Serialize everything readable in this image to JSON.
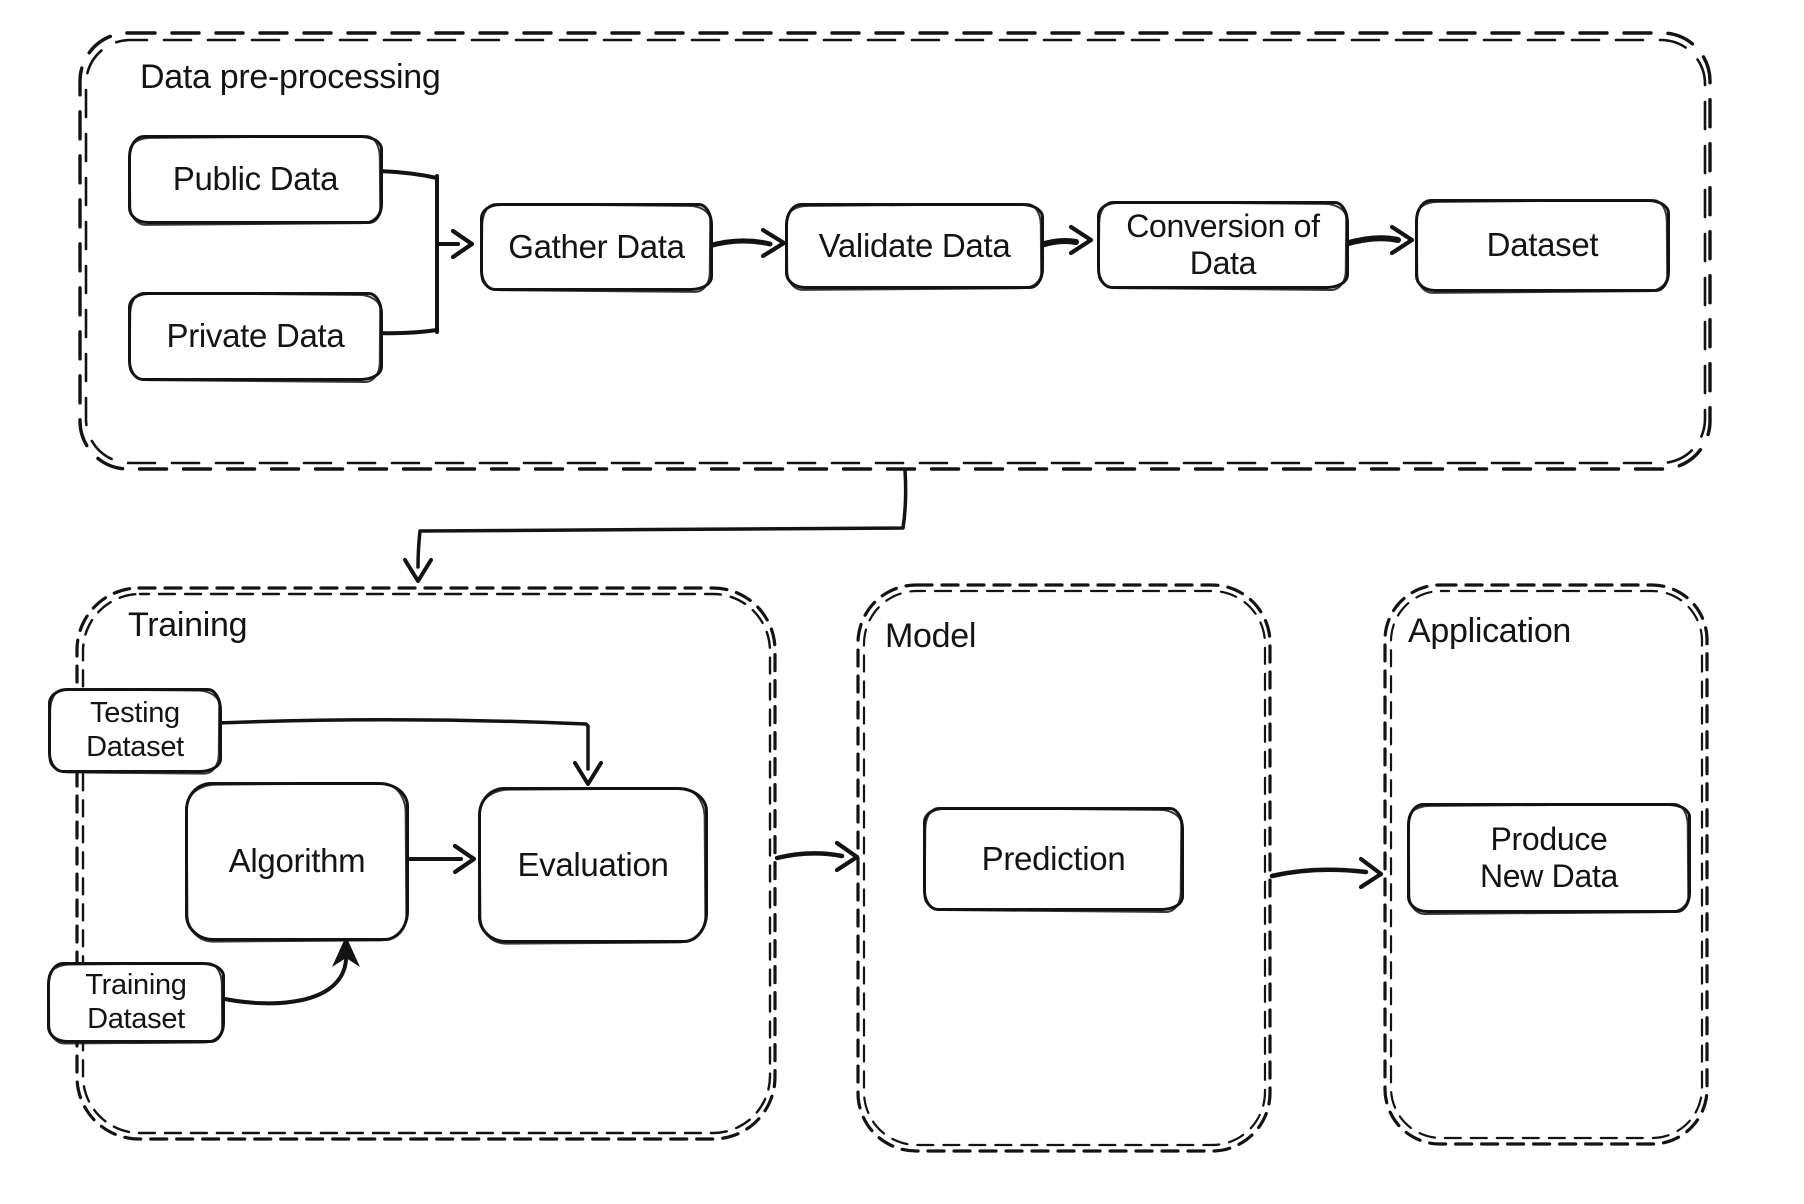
{
  "diagram": {
    "colors": {
      "ink": "#131313",
      "background": "#ffffff"
    },
    "containers": [
      {
        "id": "preprocessing",
        "label": "Data pre-processing"
      },
      {
        "id": "training",
        "label": "Training"
      },
      {
        "id": "model",
        "label": "Model"
      },
      {
        "id": "application",
        "label": "Application"
      }
    ],
    "nodes": [
      {
        "id": "public-data",
        "container": "preprocessing",
        "label": "Public Data"
      },
      {
        "id": "private-data",
        "container": "preprocessing",
        "label": "Private Data"
      },
      {
        "id": "gather-data",
        "container": "preprocessing",
        "label": "Gather Data"
      },
      {
        "id": "validate-data",
        "container": "preprocessing",
        "label": "Validate Data"
      },
      {
        "id": "conversion-of-data",
        "container": "preprocessing",
        "label": "Conversion of\nData"
      },
      {
        "id": "dataset",
        "container": "preprocessing",
        "label": "Dataset"
      },
      {
        "id": "testing-dataset",
        "container": "training",
        "label": "Testing\nDataset"
      },
      {
        "id": "algorithm",
        "container": "training",
        "label": "Algorithm"
      },
      {
        "id": "evaluation",
        "container": "training",
        "label": "Evaluation"
      },
      {
        "id": "training-dataset",
        "container": "training",
        "label": "Training\nDataset"
      },
      {
        "id": "prediction",
        "container": "model",
        "label": "Prediction"
      },
      {
        "id": "produce-new-data",
        "container": "application",
        "label": "Produce\nNew Data"
      }
    ],
    "edges": [
      {
        "from": "public-data",
        "to": "gather-data"
      },
      {
        "from": "private-data",
        "to": "gather-data"
      },
      {
        "from": "gather-data",
        "to": "validate-data"
      },
      {
        "from": "validate-data",
        "to": "conversion-of-data"
      },
      {
        "from": "conversion-of-data",
        "to": "dataset"
      },
      {
        "from": "preprocessing",
        "to": "training"
      },
      {
        "from": "testing-dataset",
        "to": "evaluation"
      },
      {
        "from": "algorithm",
        "to": "evaluation"
      },
      {
        "from": "training-dataset",
        "to": "algorithm"
      },
      {
        "from": "training",
        "to": "model"
      },
      {
        "from": "model",
        "to": "application"
      }
    ]
  }
}
